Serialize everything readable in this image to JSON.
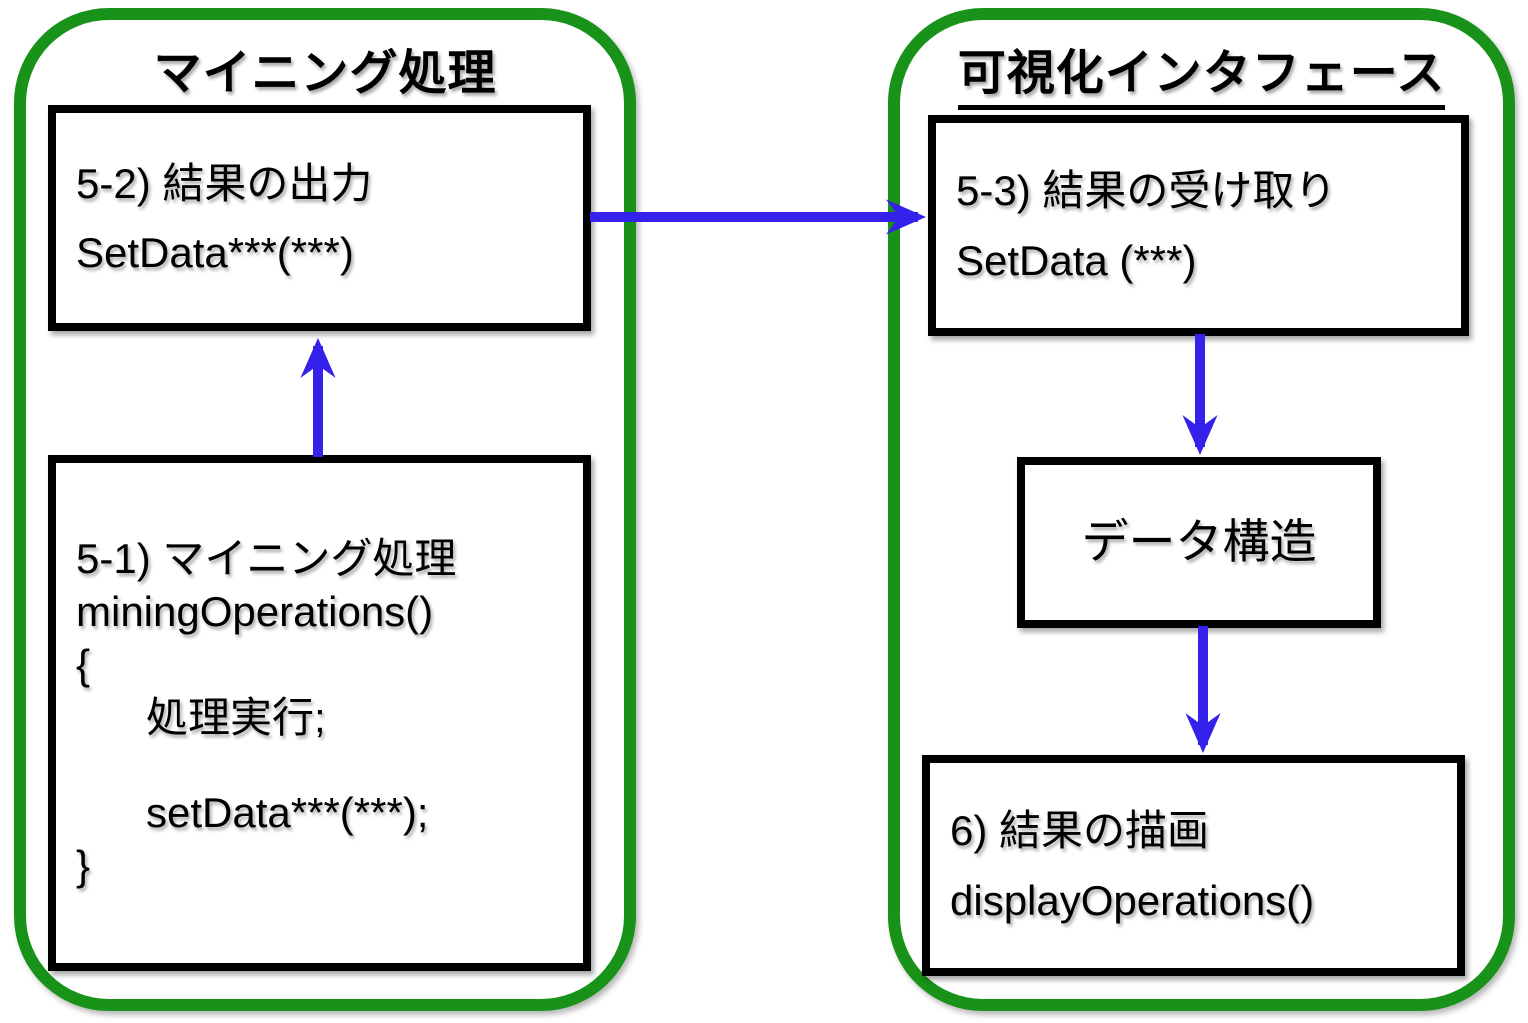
{
  "diagram": {
    "colors": {
      "container_border_green": "#189218",
      "arrow_blue": "#3522EA",
      "node_border_black": "#000000",
      "background": "#ffffff",
      "text": "#000000"
    },
    "left_panel": {
      "title": "マイニング処理",
      "output_box": {
        "lines": {
          "0": "5-2) 結果の出力",
          "1": "SetData***(***)"
        }
      },
      "mining_box": {
        "lines": {
          "0": "5-1) マイニング処理",
          "1": "miningOperations()",
          "2": "{",
          "3": "      処理実行;",
          "4": "",
          "5": "      setData***(***);",
          "6": "}"
        }
      }
    },
    "right_panel": {
      "title": "可視化インタフェース",
      "receive_box": {
        "lines": {
          "0": "5-3) 結果の受け取り",
          "1": "SetData (***)"
        }
      },
      "data_structure_box": {
        "label": "データ構造"
      },
      "display_box": {
        "lines": {
          "0": "6) 結果の描画",
          "1": "displayOperations()"
        }
      }
    },
    "arrows": {
      "mining_to_output": "up",
      "output_to_receive": "right",
      "receive_to_data_structure": "down",
      "data_structure_to_display": "down"
    }
  }
}
